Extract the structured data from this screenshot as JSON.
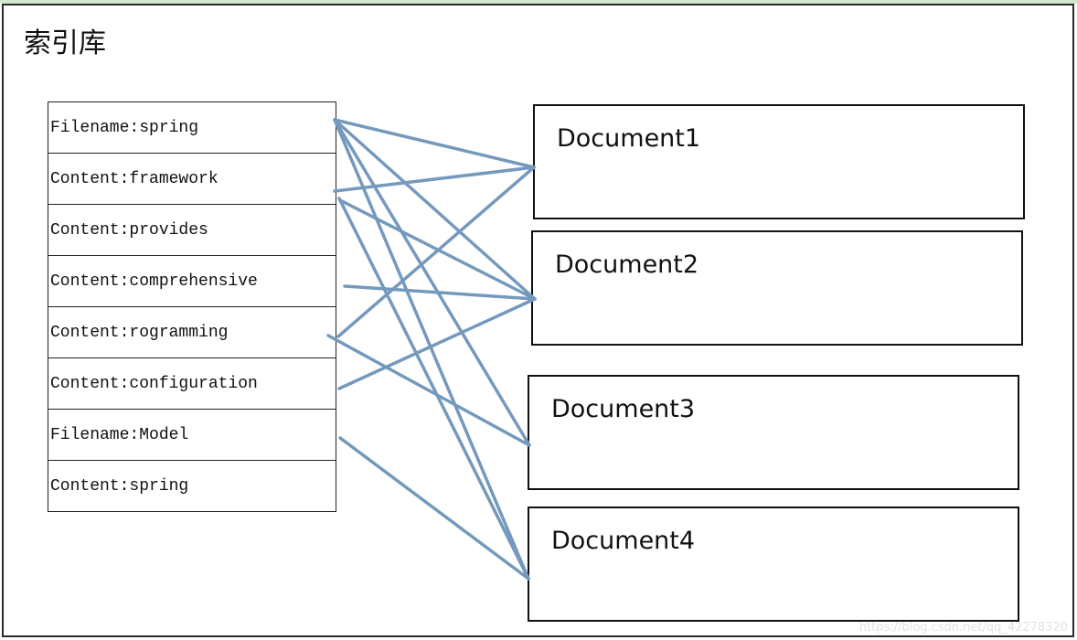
{
  "title": "索引库",
  "fields": [
    "Filename:spring",
    "Content:framework",
    "Content:provides",
    "Content:comprehensive",
    "Content:rogramming",
    "Content:configuration",
    "Filename:Model",
    "Content:spring"
  ],
  "documents": [
    "Document1",
    "Document2",
    "Document3",
    "Document4"
  ],
  "links": [
    {
      "field": 0,
      "document": 0
    },
    {
      "field": 0,
      "document": 1
    },
    {
      "field": 0,
      "document": 2
    },
    {
      "field": 0,
      "document": 3
    },
    {
      "field": 1,
      "document": 0
    },
    {
      "field": 1,
      "document": 1
    },
    {
      "field": 1,
      "document": 3
    },
    {
      "field": 3,
      "document": 1
    },
    {
      "field": 4,
      "document": 0
    },
    {
      "field": 4,
      "document": 2
    },
    {
      "field": 5,
      "document": 1
    },
    {
      "field": 6,
      "document": 3
    }
  ],
  "colors": {
    "link": "#7499bd",
    "border": "#111111",
    "top_strip": "#cfe6cf"
  },
  "watermark": "https://blog.csdn.net/qq_42278320"
}
